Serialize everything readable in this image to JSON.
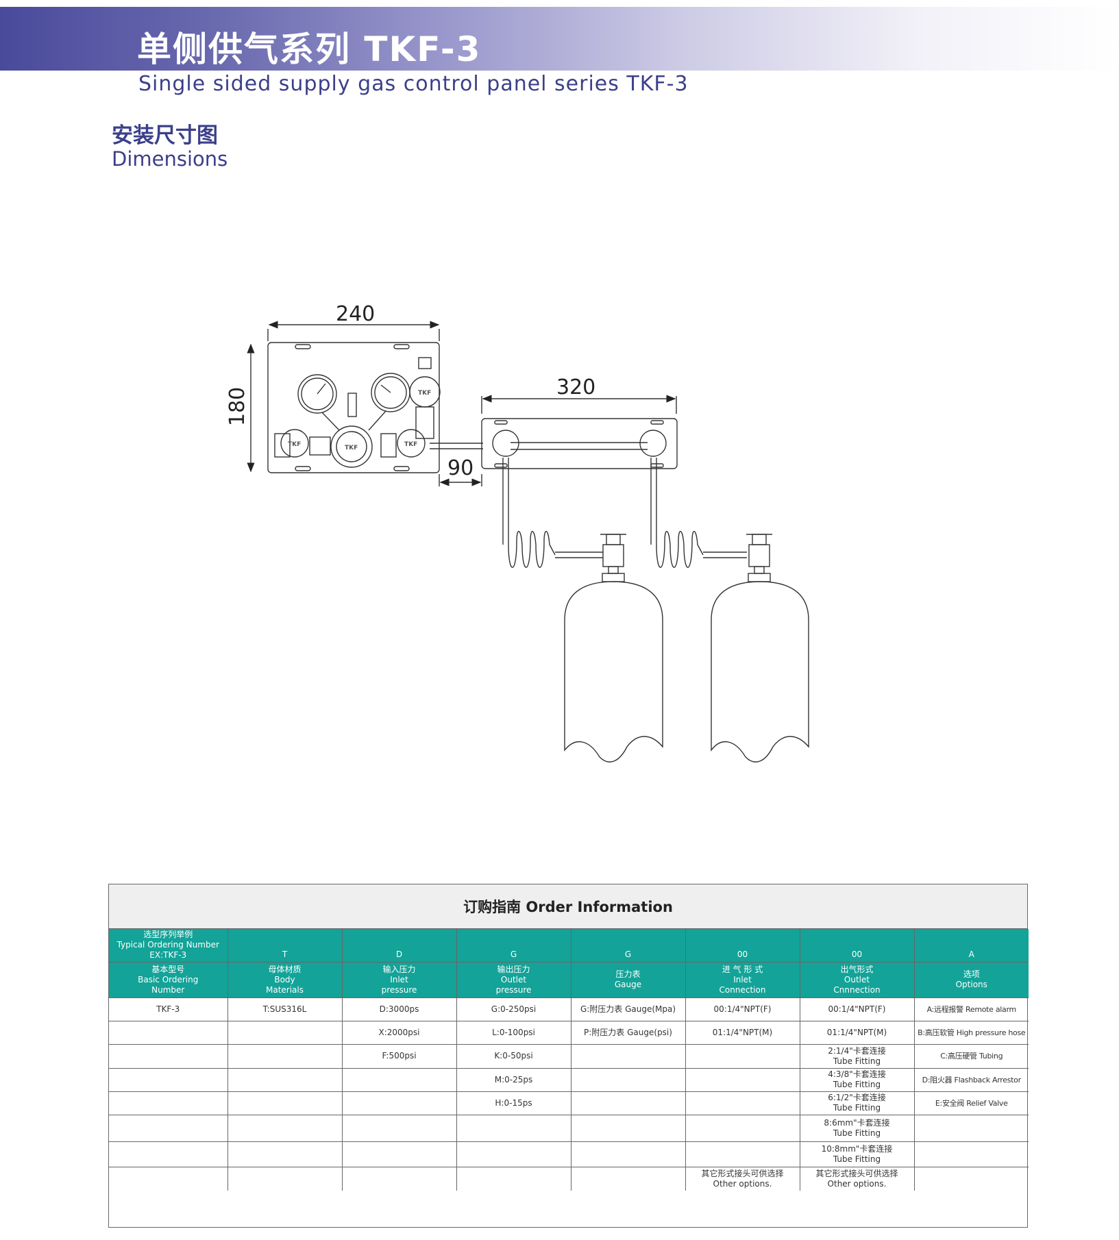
{
  "header": {
    "title": "单侧供气系列 TKF-3",
    "subtitle": "Single sided supply gas control panel series TKF-3"
  },
  "section": {
    "title_cn": "安装尺寸图",
    "title_en": "Dimensions"
  },
  "drawing": {
    "dim_panel_width": "240",
    "dim_panel_height": "180",
    "dim_manifold_width": "320",
    "dim_gap": "90",
    "logo_text": "TKF"
  },
  "order_info": {
    "title": "订购指南 Order Information",
    "example_label": [
      "选型序列举例",
      "Typical Ordering Number",
      "EX:TKF-3"
    ],
    "example_codes": [
      "T",
      "D",
      "G",
      "G",
      "00",
      "00",
      "A"
    ],
    "columns": [
      [
        "基本型号",
        "Basic Ordering",
        "Number"
      ],
      [
        "母体材质",
        "Body",
        "Materials"
      ],
      [
        "输入压力",
        "Inlet",
        "pressure"
      ],
      [
        "输出压力",
        "Outlet",
        "pressure"
      ],
      [
        "压力表",
        "Gauge"
      ],
      [
        "进 气 形 式",
        "Inlet",
        "Connection"
      ],
      [
        "出气形式",
        "Outlet",
        "Cnnnection"
      ],
      [
        "选项",
        "Options"
      ]
    ],
    "rows": [
      [
        "TKF-3",
        "T:SUS316L",
        "D:3000ps",
        "G:0-250psi",
        "G:附压力表  Gauge(Mpa)",
        "00:1/4\"NPT(F)",
        [
          "00:1/4\"NPT(F)"
        ],
        "A:远程报警 Remote alarm"
      ],
      [
        "",
        "",
        "X:2000psi",
        "L:0-100psi",
        "P:附压力表  Gauge(psi)",
        "01:1/4\"NPT(M)",
        [
          "01:1/4\"NPT(M)"
        ],
        "B:高压软管 High pressure hose"
      ],
      [
        "",
        "",
        "F:500psi",
        "K:0-50psi",
        "",
        "",
        [
          "2:1/4\"卡套连接",
          "Tube Fitting"
        ],
        "C:高压硬管 Tubing"
      ],
      [
        "",
        "",
        "",
        "M:0-25ps",
        "",
        "",
        [
          "4:3/8\"卡套连接",
          "Tube Fitting"
        ],
        "D:阻火器 Flashback Arrestor"
      ],
      [
        "",
        "",
        "",
        "H:0-15ps",
        "",
        "",
        [
          "6:1/2\"卡套连接",
          "Tube Fitting"
        ],
        "E:安全阀  Relief Valve"
      ],
      [
        "",
        "",
        "",
        "",
        "",
        "",
        [
          "8:6mm\"卡套连接",
          "Tube Fitting"
        ],
        ""
      ],
      [
        "",
        "",
        "",
        "",
        "",
        "",
        [
          "10:8mm\"卡套连接",
          "Tube Fitting"
        ],
        ""
      ],
      [
        "",
        "",
        "",
        "",
        "",
        [
          "其它形式接头可供选择",
          "Other options."
        ],
        [
          "其它形式接头可供选择",
          "Other options."
        ],
        ""
      ]
    ]
  },
  "colors": {
    "banner_start": "#4a4a9c",
    "text_accent": "#3b3f8a",
    "table_header": "#13a398",
    "line": "#333333"
  }
}
